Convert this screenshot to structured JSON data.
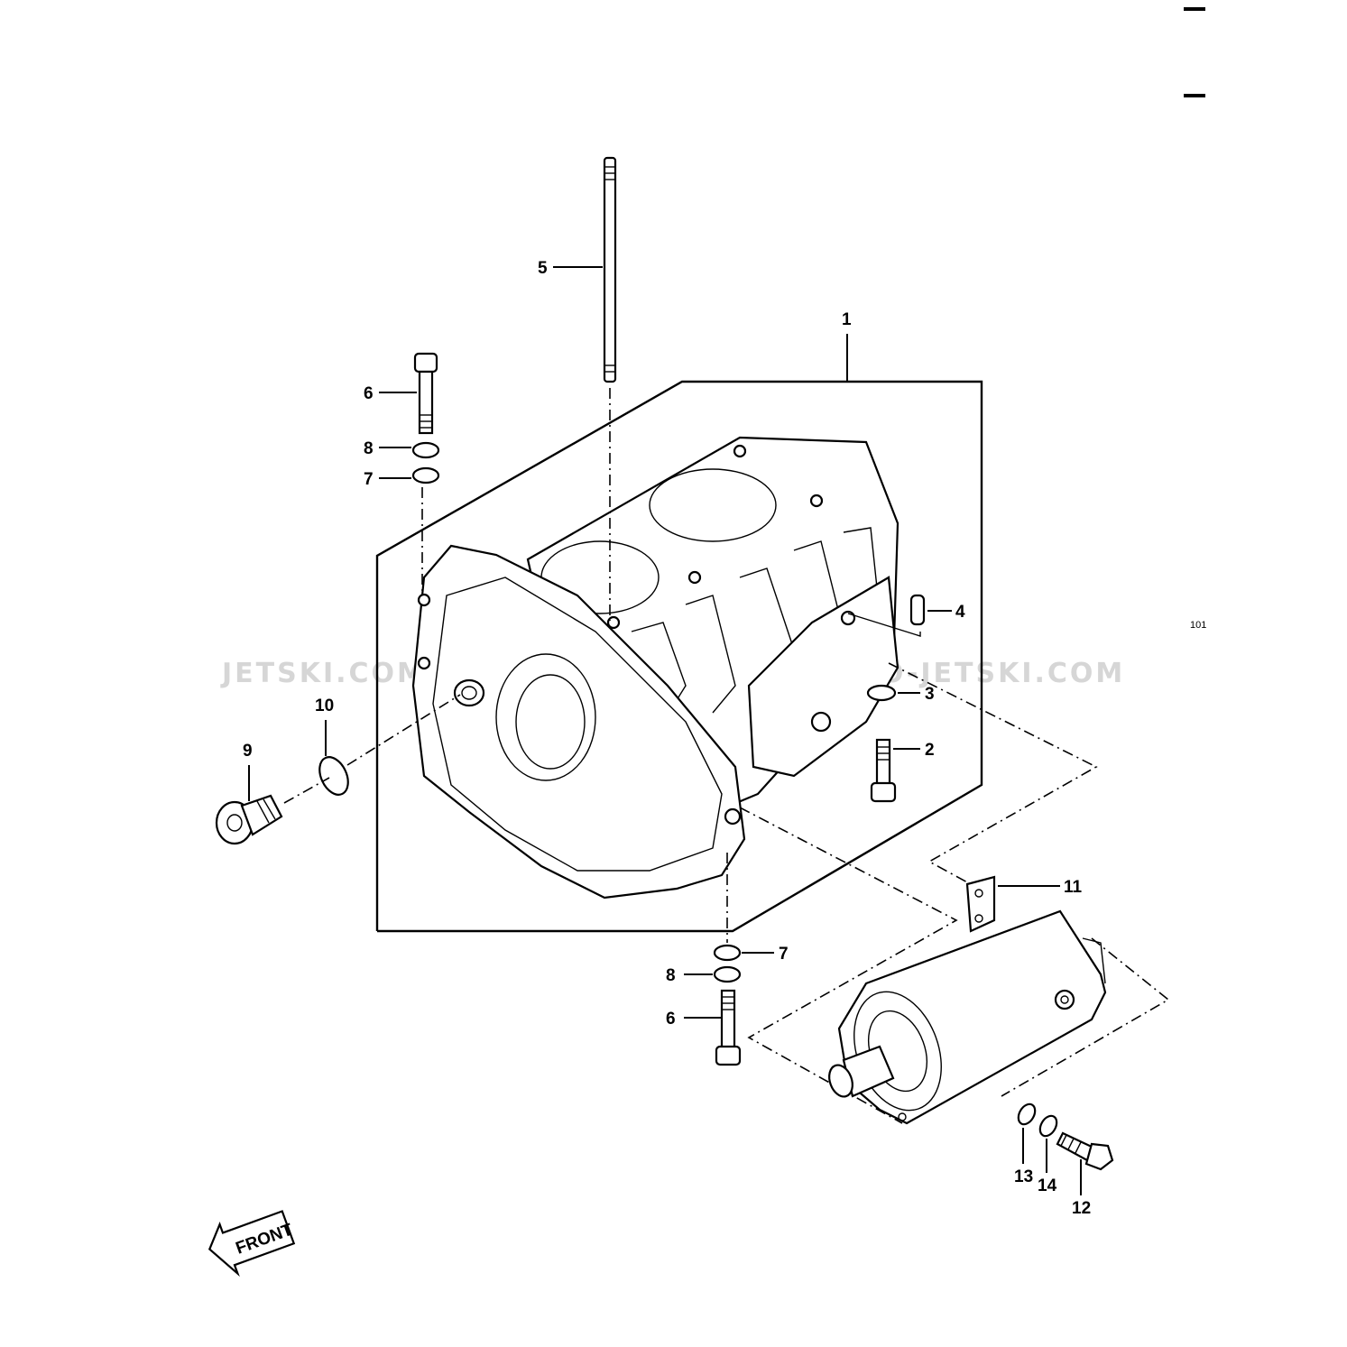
{
  "page_number": "101",
  "watermark": "JETSKI.COM PARTS-JETSKI.COM PROMO-JETSKI.COM",
  "direction_label": "FRONT",
  "callouts": {
    "c1": "1",
    "c2": "2",
    "c3": "3",
    "c4": "4",
    "c5": "5",
    "c6_top": "6",
    "c8_top": "8",
    "c7_top": "7",
    "c10": "10",
    "c9": "9",
    "c11": "11",
    "c7_bottom": "7",
    "c8_bottom": "8",
    "c6_bottom": "6",
    "c13": "13",
    "c14": "14",
    "c12": "12"
  },
  "colors": {
    "line": "#000000",
    "watermark": "#d6d6d6"
  }
}
